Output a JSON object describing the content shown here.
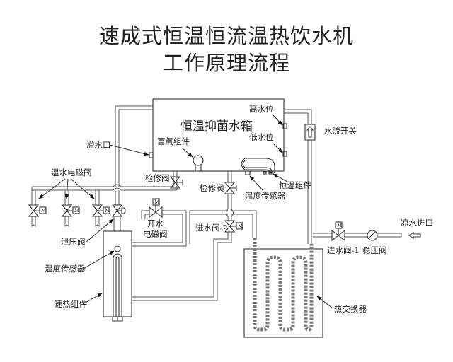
{
  "title": {
    "line1": "速成式恒温恒流温热饮水机",
    "line2": "工作原理流程"
  },
  "components": {
    "tank": "恒温抑菌水箱",
    "high_level": "高水位",
    "low_level": "低水位",
    "overflow": "溢水口",
    "oxygen": "富氧组件",
    "service_valve_1": "检修阀",
    "service_valve_2": "检修阀",
    "temp_sensor_tank": "温度传感器",
    "thermostat": "恒温组件",
    "flow_switch": "水流开关",
    "warm_valves": "温水电磁阀",
    "relief_valve": "泄压阀",
    "boil_valve_line1": "开水",
    "boil_valve_line2": "电磁阀",
    "inlet_valve_2": "进水阀-2",
    "inlet_valve_1": "进水阀-1",
    "regulator": "稳压阀",
    "cold_inlet": "凉水进口",
    "temp_sensor_heater": "温度传感器",
    "heater": "速热组件",
    "heat_exchanger": "热交换器",
    "motor_mark": "M"
  }
}
